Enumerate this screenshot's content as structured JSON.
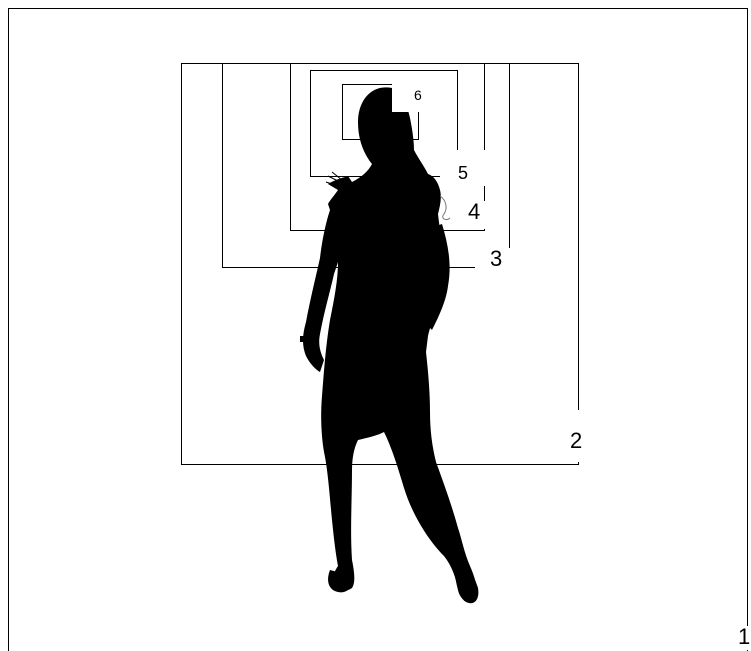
{
  "frames": [
    {
      "id": "1",
      "label": "1"
    },
    {
      "id": "2",
      "label": "2"
    },
    {
      "id": "3",
      "label": "3"
    },
    {
      "id": "4",
      "label": "4"
    },
    {
      "id": "5",
      "label": "5"
    },
    {
      "id": "6",
      "label": "6"
    }
  ],
  "colors": {
    "line": "#000000",
    "silhouette": "#000000",
    "background": "#ffffff"
  },
  "figure": "woman-silhouette"
}
